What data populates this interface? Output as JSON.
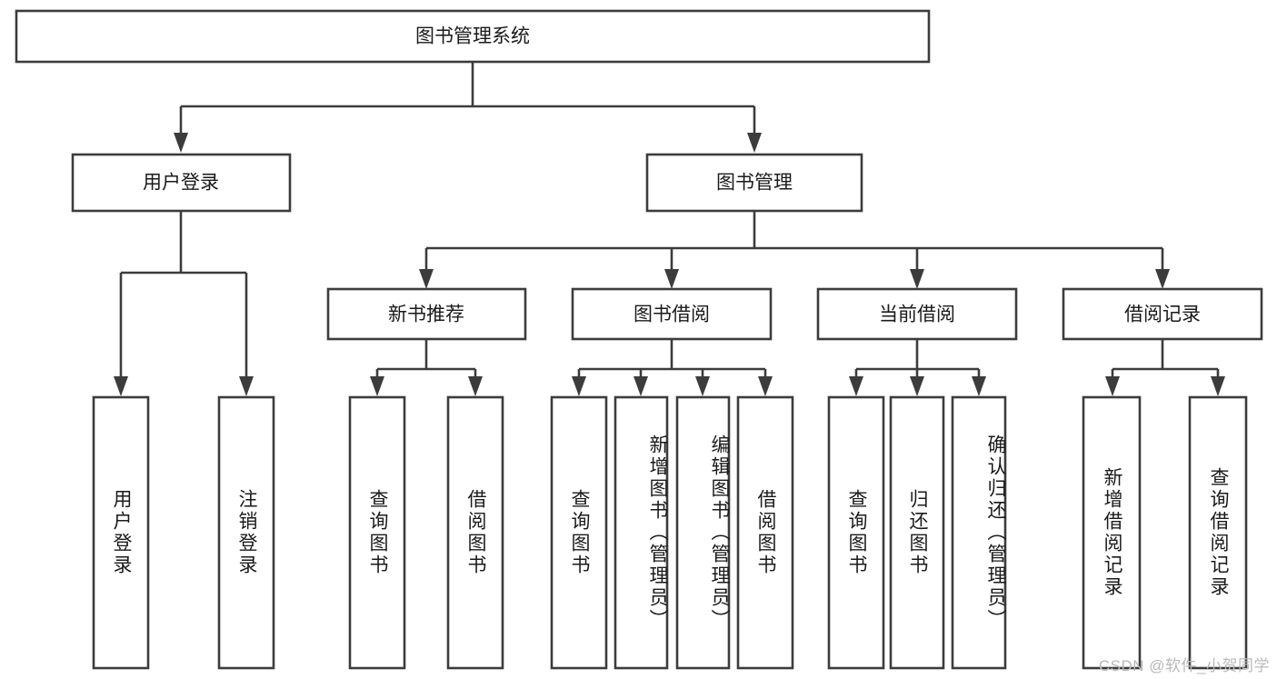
{
  "diagram": {
    "title": "图书管理系统",
    "type": "tree-hierarchy",
    "watermark": "CSDN @软件_小贺同学",
    "colors": {
      "box_stroke": "#3c3c3c",
      "box_fill": "#ffffff",
      "connector": "#3c3c3c",
      "text": "#1a1a1a",
      "watermark": "#b9b9b9",
      "background": "#ffffff"
    },
    "root": {
      "label": "图书管理系统"
    },
    "level2": [
      {
        "label": "用户登录"
      },
      {
        "label": "图书管理"
      }
    ],
    "level3": [
      {
        "label": "新书推荐"
      },
      {
        "label": "图书借阅"
      },
      {
        "label": "当前借阅"
      },
      {
        "label": "借阅记录"
      }
    ],
    "leaves": [
      {
        "label": "用户登录",
        "parent": "用户登录"
      },
      {
        "label": "注销登录",
        "parent": "用户登录"
      },
      {
        "label": "查询图书",
        "parent": "新书推荐"
      },
      {
        "label": "借阅图书",
        "parent": "新书推荐"
      },
      {
        "label": "查询图书",
        "parent": "图书借阅"
      },
      {
        "label": "新增图书（管理员）",
        "parent": "图书借阅"
      },
      {
        "label": "编辑图书（管理员）",
        "parent": "图书借阅"
      },
      {
        "label": "借阅图书",
        "parent": "图书借阅"
      },
      {
        "label": "查询图书",
        "parent": "当前借阅"
      },
      {
        "label": "归还图书",
        "parent": "当前借阅"
      },
      {
        "label": "确认归还（管理员）",
        "parent": "当前借阅"
      },
      {
        "label": "新增借阅记录",
        "parent": "借阅记录"
      },
      {
        "label": "查询借阅记录",
        "parent": "借阅记录"
      }
    ]
  }
}
